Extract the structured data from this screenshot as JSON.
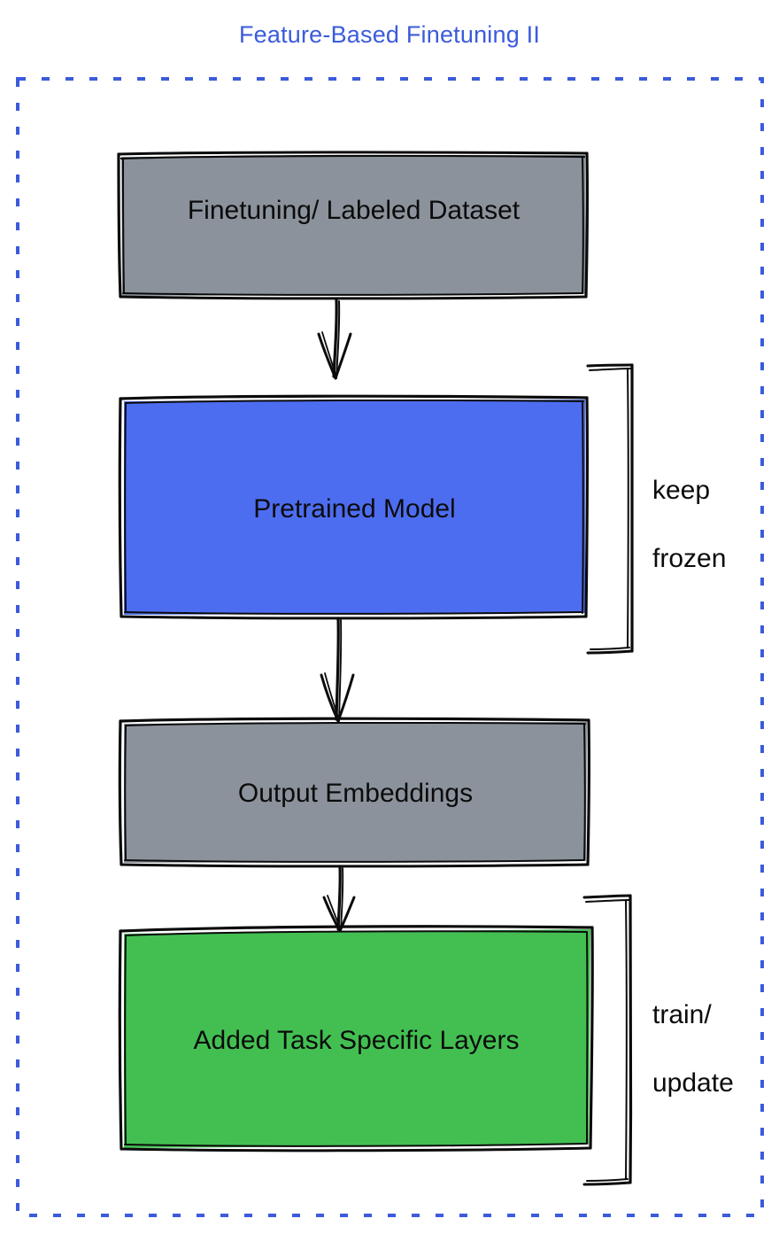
{
  "diagram": {
    "title": "Feature-Based Finetuning II",
    "title_color": "#3b5bdc",
    "container_border_color": "#3b5bdc",
    "background_color": "#ffffff"
  },
  "nodes": [
    {
      "id": "finetuning-dataset",
      "label": "Finetuning/ Labeled Dataset",
      "fill": "#8b929b",
      "stroke": "#0b0b0b"
    },
    {
      "id": "pretrained-model",
      "label": "Pretrained Model",
      "fill": "#4d6df0",
      "stroke": "#0b0b0b"
    },
    {
      "id": "output-embeddings",
      "label": "Output Embeddings",
      "fill": "#8b929b",
      "stroke": "#0b0b0b"
    },
    {
      "id": "task-specific-layers",
      "label": "Added Task Specific Layers",
      "fill": "#43bf52",
      "stroke": "#0b0b0b"
    }
  ],
  "annotations": [
    {
      "id": "keep-frozen",
      "text": "keep\nfrozen",
      "line1": "keep",
      "line2": "frozen"
    },
    {
      "id": "train-update",
      "text": "train/\nupdate",
      "line1": "train/",
      "line2": "update"
    }
  ],
  "connectors": [
    {
      "id": "arrow-dataset-to-model",
      "from": "finetuning-dataset",
      "to": "pretrained-model"
    },
    {
      "id": "arrow-model-to-embeddings",
      "from": "pretrained-model",
      "to": "output-embeddings"
    },
    {
      "id": "arrow-embeddings-to-layers",
      "from": "output-embeddings",
      "to": "task-specific-layers"
    }
  ]
}
